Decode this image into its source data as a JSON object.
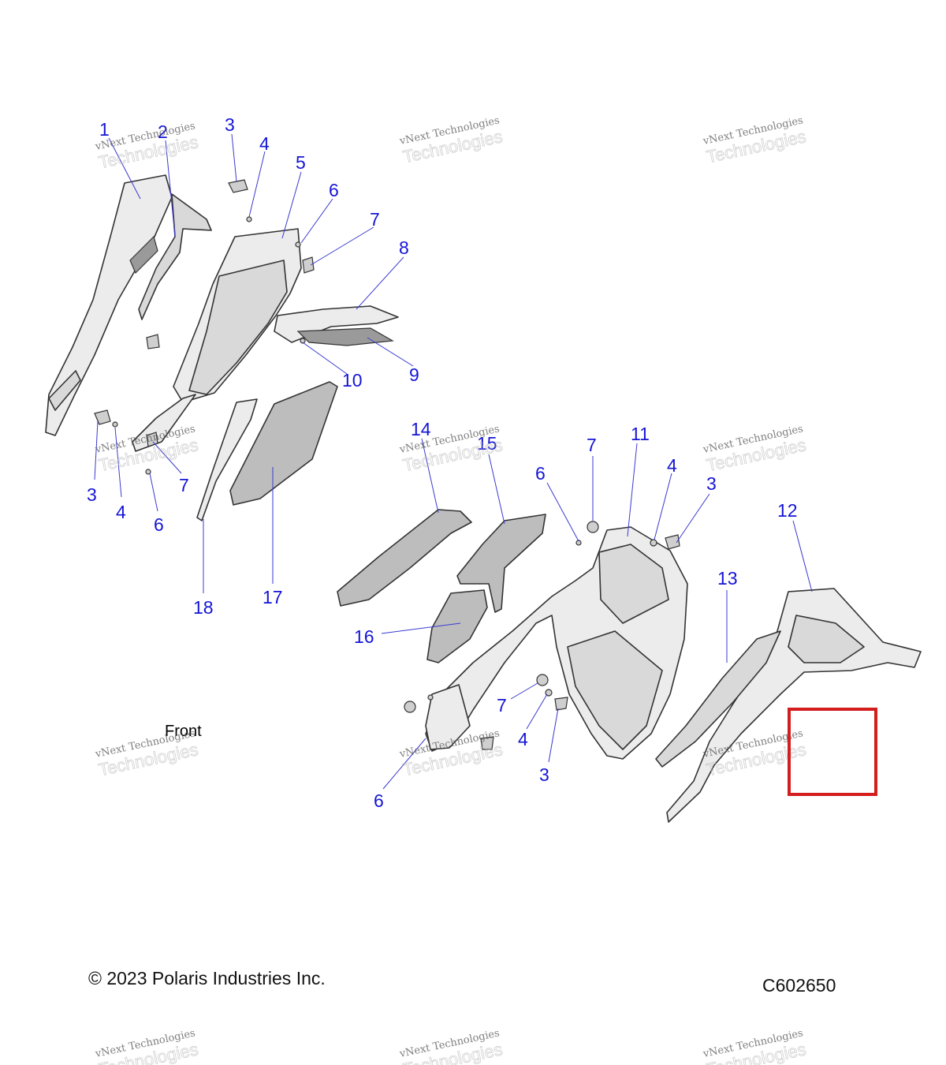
{
  "diagram": {
    "footer": {
      "copyright": "© 2023 Polaris Industries Inc.",
      "figure_code": "C602650"
    },
    "front_label": "Front",
    "watermark": {
      "line1": "vNext Technologies",
      "line2": "Technologies"
    },
    "callouts": [
      "1",
      "2",
      "3",
      "4",
      "5",
      "6",
      "7",
      "8",
      "9",
      "10",
      "11",
      "12",
      "13",
      "14",
      "15",
      "16",
      "17",
      "18"
    ],
    "highlight": {
      "color": "#d41d1d"
    },
    "callout_color": "#1515d6"
  }
}
